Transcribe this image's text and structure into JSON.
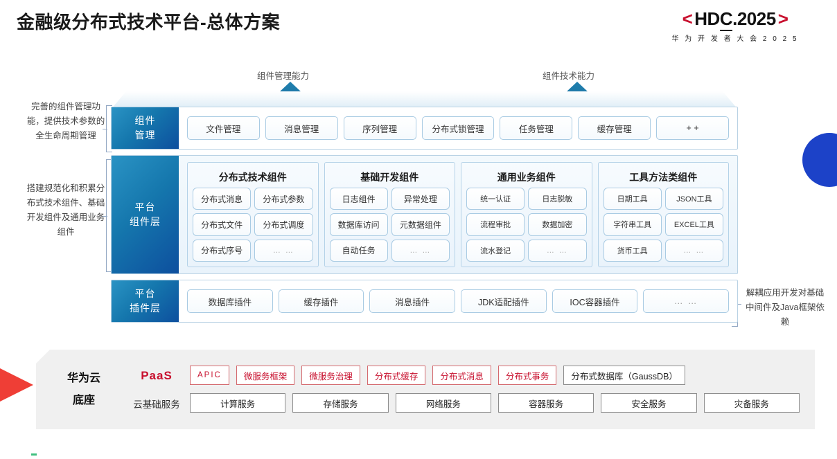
{
  "header": {
    "title": "金融级分布式技术平台-总体方案",
    "logo": {
      "left_bracket": "<",
      "main_a": "HD",
      "main_underlined": "C",
      "main_b": ".2025",
      "right_bracket": ">",
      "subtitle": "华 为 开 发 者 大 会 2 0 2 5"
    }
  },
  "arrows": {
    "management_capability": "组件管理能力",
    "technology_capability": "组件技术能力"
  },
  "annotations": {
    "left_top": "完善的组件管理功能，提供技术参数的全生命周期管理",
    "left_bottom": "搭建规范化和积累分布式技术组件、基础开发组件及通用业务组件",
    "right": "解耦应用开发对基础中间件及Java框架依赖"
  },
  "layers": {
    "component_management": {
      "title_line1": "组件",
      "title_line2": "管理",
      "items": [
        "文件管理",
        "消息管理",
        "序列管理",
        "分布式锁管理",
        "任务管理",
        "缓存管理",
        "+ +"
      ]
    },
    "platform_component": {
      "title_line1": "平台",
      "title_line2": "组件层",
      "groups": [
        {
          "title": "分布式技术组件",
          "items": [
            "分布式消息",
            "分布式参数",
            "分布式文件",
            "分布式调度",
            "分布式序号",
            "… …"
          ]
        },
        {
          "title": "基础开发组件",
          "items": [
            "日志组件",
            "异常处理",
            "数据库访问",
            "元数据组件",
            "自动任务",
            "… …"
          ]
        },
        {
          "title": "通用业务组件",
          "items": [
            "统一认证",
            "日志脱敏",
            "流程审批",
            "数据加密",
            "流水登记",
            "… …"
          ]
        },
        {
          "title": "工具方法类组件",
          "items": [
            "日期工具",
            "JSON工具",
            "字符串工具",
            "EXCEL工具",
            "货币工具",
            "… …"
          ]
        }
      ]
    },
    "platform_plugin": {
      "title_line1": "平台",
      "title_line2": "插件层",
      "items": [
        "数据库插件",
        "缓存插件",
        "消息插件",
        "JDK适配插件",
        "IOC容器插件",
        "… …"
      ]
    }
  },
  "cloud_base": {
    "title_line1": "华为云",
    "title_line2": "底座",
    "paas_label": "PaaS",
    "infra_label": "云基础服务",
    "paas_items": [
      {
        "label": "APIC",
        "style": "red"
      },
      {
        "label": "微服务框架",
        "style": "red"
      },
      {
        "label": "微服务治理",
        "style": "red"
      },
      {
        "label": "分布式缓存",
        "style": "red"
      },
      {
        "label": "分布式消息",
        "style": "red"
      },
      {
        "label": "分布式事务",
        "style": "red"
      },
      {
        "label": "分布式数据库（GaussDB）",
        "style": "neutral"
      }
    ],
    "infra_items": [
      "计算服务",
      "存储服务",
      "网络服务",
      "容器服务",
      "安全服务",
      "灾备服务"
    ]
  },
  "colors": {
    "brand_red": "#c8102e",
    "layer_blue_start": "#2a93c4",
    "layer_blue_end": "#0d4f9e",
    "arrow_blue": "#1d6f9e",
    "deco_blue": "#1c42c8",
    "deco_red": "#ef3e36",
    "base_gray": "#f0f0f0"
  }
}
